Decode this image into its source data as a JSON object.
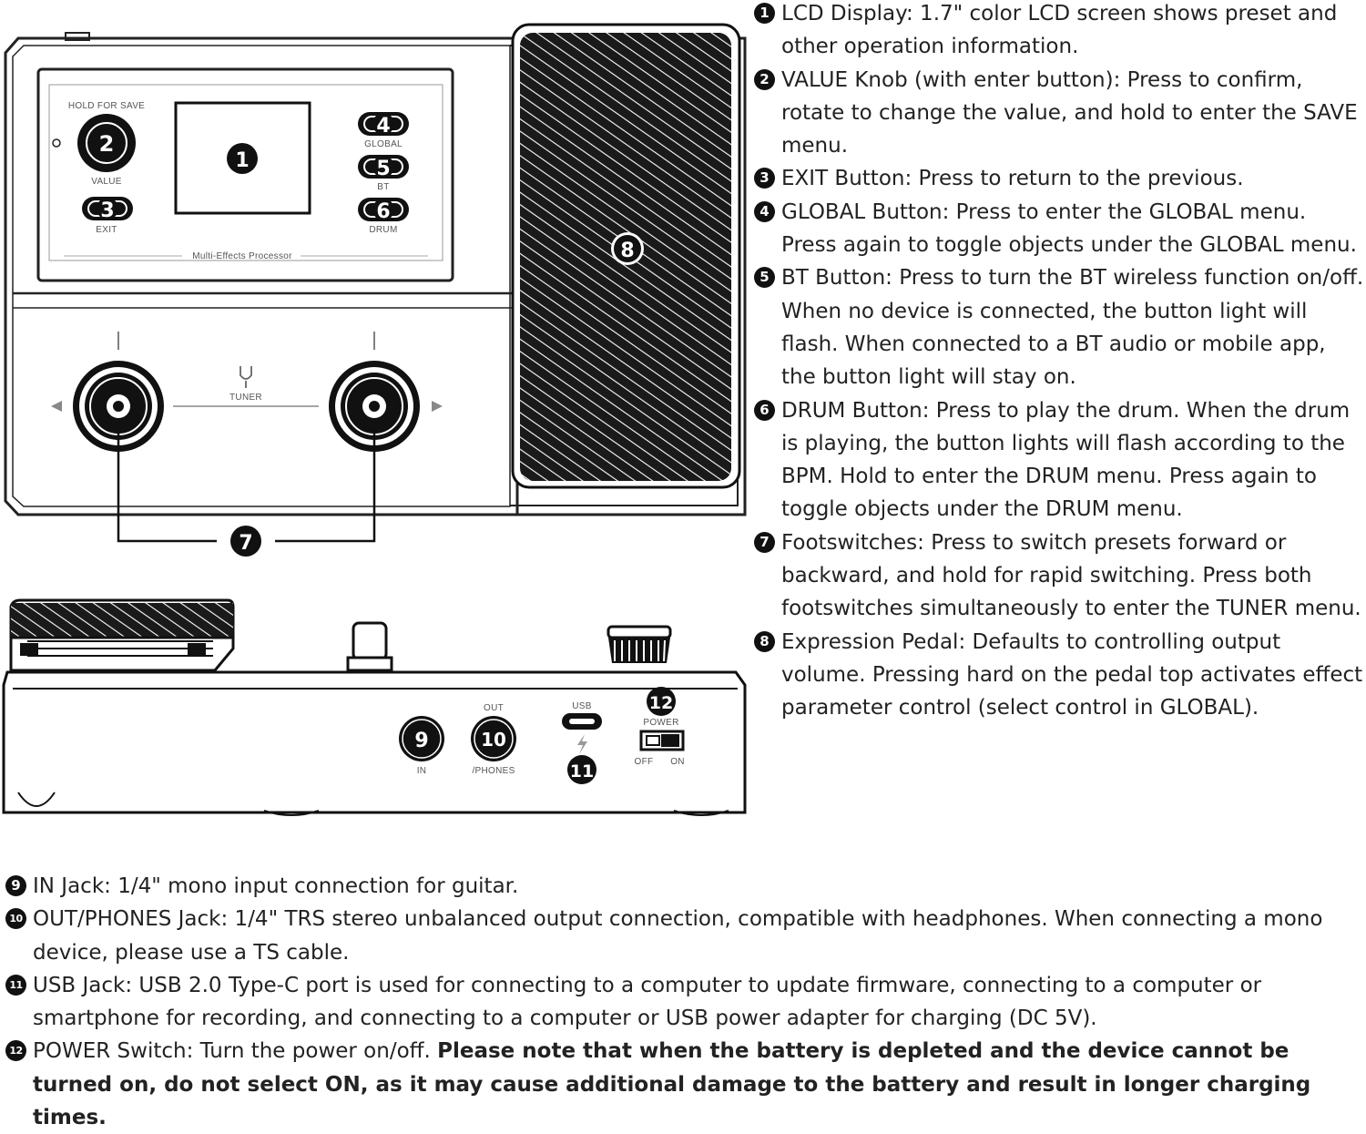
{
  "top_panel": {
    "labels": {
      "hold_for_save": "HOLD FOR SAVE",
      "value": "VALUE",
      "exit": "EXIT",
      "global": "GLOBAL",
      "bt": "BT",
      "drum": "DRUM",
      "processor": "Multi-Effects Processor",
      "tuner": "TUNER"
    },
    "markers": [
      "1",
      "2",
      "3",
      "4",
      "5",
      "6",
      "7",
      "8"
    ]
  },
  "side_panel": {
    "labels": {
      "out": "OUT",
      "usb": "USB",
      "power": "POWER",
      "in": "IN",
      "phones": "/PHONES",
      "off": "OFF",
      "on": "ON"
    },
    "markers": [
      "9",
      "10",
      "11",
      "12"
    ]
  },
  "descriptions": [
    {
      "num": "1",
      "text": "LCD Display: 1.7\" color LCD screen shows preset and other operation information."
    },
    {
      "num": "2",
      "text": "VALUE Knob (with enter button): Press to confirm, rotate to change the value, and hold to enter the SAVE menu."
    },
    {
      "num": "3",
      "text": "EXIT Button: Press to return to the previous."
    },
    {
      "num": "4",
      "text": "GLOBAL Button: Press to enter the GLOBAL menu. Press again to toggle objects under the GLOBAL menu."
    },
    {
      "num": "5",
      "text": "BT Button: Press to turn the BT wireless function on/off. When no device is connected, the button light will flash. When connected to a BT audio or mobile app, the button light will stay on."
    },
    {
      "num": "6",
      "text": "DRUM Button: Press to play the drum. When the drum is playing, the button lights will flash according to the BPM. Hold to enter the DRUM menu. Press again to toggle objects under the DRUM menu."
    },
    {
      "num": "7",
      "text": "Footswitches: Press to switch presets forward or backward, and hold for rapid switching. Press both footswitches simultaneously to enter the TUNER menu."
    },
    {
      "num": "8",
      "text": "Expression Pedal: Defaults to controlling output volume. Pressing hard on the pedal top activates effect parameter control (select control in GLOBAL)."
    }
  ],
  "bottom_descriptions": [
    {
      "num": "9",
      "text": "IN Jack: 1/4\" mono input connection for guitar."
    },
    {
      "num": "10",
      "text": "OUT/PHONES Jack: 1/4\" TRS stereo unbalanced output connection, compatible with headphones. When connecting a mono device, please use a TS cable."
    },
    {
      "num": "11",
      "text": "USB Jack: USB 2.0 Type-C port is used for connecting to a computer to update firmware, connecting to a computer or smartphone for recording, and connecting to a computer or USB power adapter for charging (DC 5V)."
    },
    {
      "num": "12",
      "text": "POWER Switch: Turn the power on/off.",
      "bold_text": "Please note that when the battery is depleted and the device cannot be turned on, do not select ON, as it may cause additional damage to the battery and result in longer charging times."
    }
  ]
}
